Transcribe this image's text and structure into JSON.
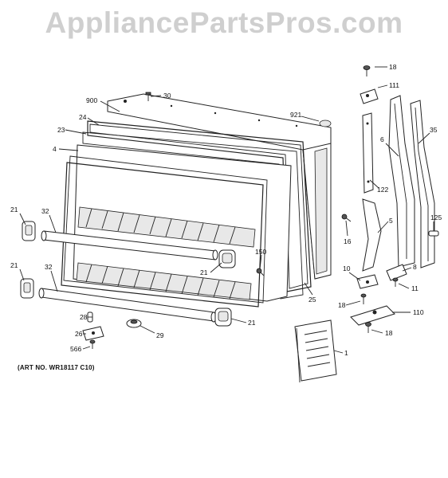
{
  "watermark": "AppliancePartsPros.com",
  "art_number": "(ART NO. WR18117 C10)",
  "callouts": {
    "c18a": "18",
    "c111": "111",
    "c30": "30",
    "c900": "900",
    "c921": "921",
    "c24": "24",
    "c23": "23",
    "c4": "4",
    "c6": "6",
    "c35": "35",
    "c122": "122",
    "c21a": "21",
    "c32a": "32",
    "c5": "5",
    "c125": "125",
    "c16": "16",
    "c150": "150",
    "c21b": "21",
    "c21c": "21",
    "c32b": "32",
    "c10": "10",
    "c8": "8",
    "c11": "11",
    "c25": "25",
    "c18b": "18",
    "c110": "110",
    "c28": "28",
    "c21d": "21",
    "c26": "26",
    "c29": "29",
    "c18c": "18",
    "c566": "566",
    "c1": "1"
  }
}
